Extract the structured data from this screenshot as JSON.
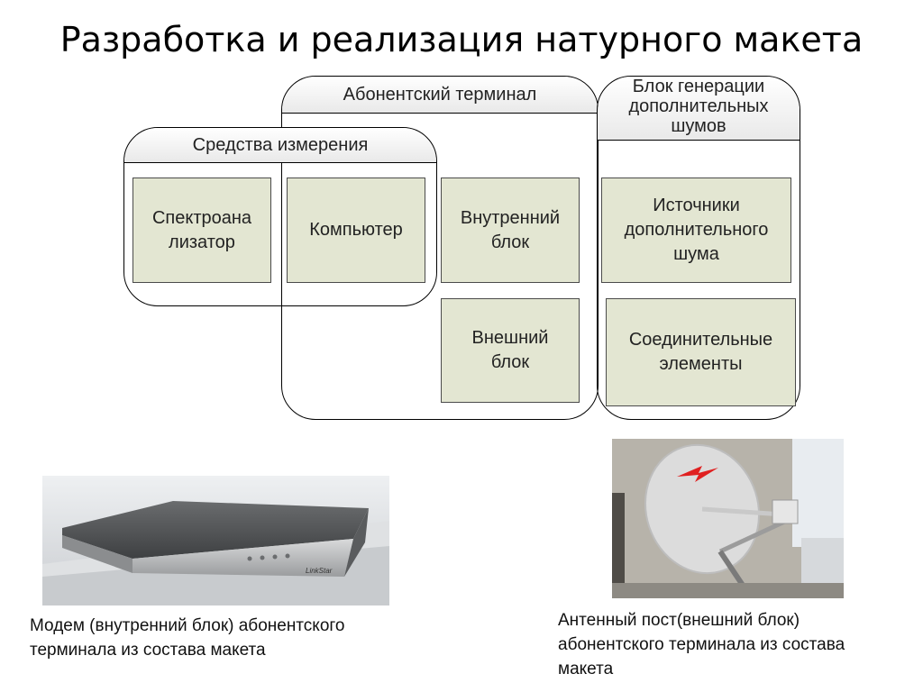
{
  "title": "Разработка и реализация натурного макета",
  "groups": {
    "subscriber_terminal": "Абонентский терминал",
    "measurement_tools": "Средства измерения",
    "noise_generator": "Блок генерации\nдополнительных\nшумов"
  },
  "boxes": {
    "spectrum_analyzer": "Спектроана\nлизатор",
    "computer": "Компьютер",
    "indoor_unit": "Внутренний\nблок",
    "outdoor_unit": "Внешний\nблок",
    "noise_sources": "Источники\nдополнительного\nшума",
    "connectors": "Соединительные\nэлементы"
  },
  "photos": {
    "modem_brand": "LinkStar"
  },
  "captions": {
    "modem": "Модем (внутренний блок) абонентского\nтерминала из состава макета",
    "antenna": "Антенный  пост(внешний блок)\nабонентского терминала из состава\nмакета"
  },
  "colors": {
    "box_fill": "#e3e6d2",
    "antenna_mark": "#e02020"
  }
}
